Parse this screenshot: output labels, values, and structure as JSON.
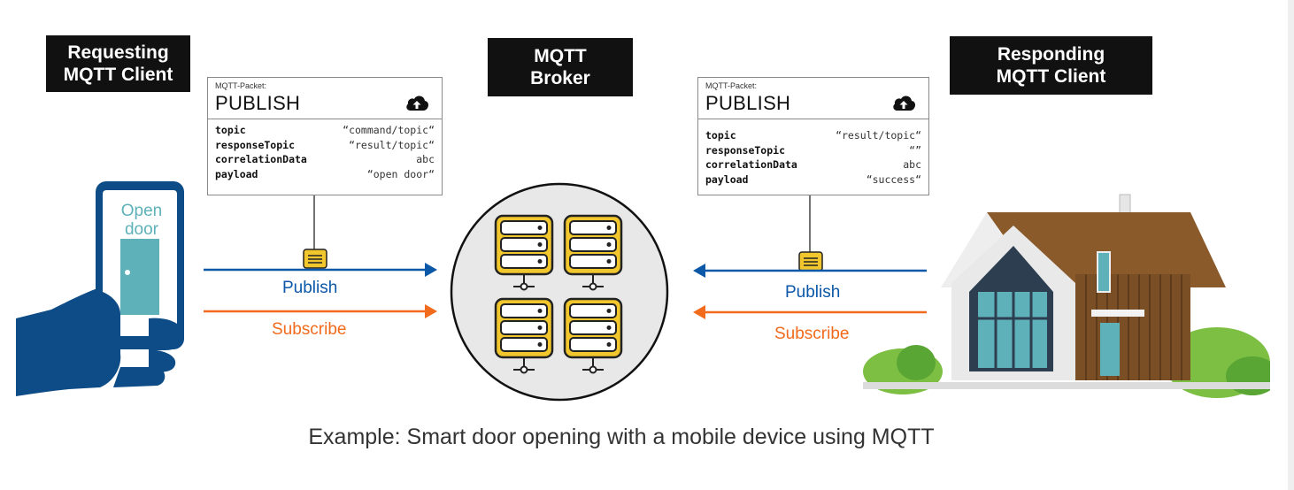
{
  "labels": {
    "requesting": [
      "Requesting",
      "MQTT Client"
    ],
    "broker": [
      "MQTT",
      "Broker"
    ],
    "responding": [
      "Responding",
      "MQTT Client"
    ]
  },
  "left_packet": {
    "caption": "MQTT-Packet:",
    "title": "PUBLISH",
    "rows": [
      {
        "key": "topic",
        "value": "“command/topic“"
      },
      {
        "key": "responseTopic",
        "value": "“result/topic“"
      },
      {
        "key": "correlationData",
        "value": "abc"
      },
      {
        "key": "payload",
        "value": "“open door“"
      }
    ]
  },
  "right_packet": {
    "caption": "MQTT-Packet:",
    "title": "PUBLISH",
    "rows": [
      {
        "key": "topic",
        "value": "“result/topic“"
      },
      {
        "key": "responseTopic",
        "value": "“”"
      },
      {
        "key": "correlationData",
        "value": "abc"
      },
      {
        "key": "payload",
        "value": "“success“"
      }
    ]
  },
  "left_arrows": {
    "publish": "Publish",
    "subscribe": "Subscribe"
  },
  "right_arrows": {
    "publish": "Publish",
    "subscribe": "Subscribe"
  },
  "phone_screen": {
    "line1": "Open",
    "line2": "door"
  },
  "caption": "Example: Smart door opening with a mobile device using MQTT",
  "colors": {
    "publish": "#0b57a8",
    "subscribe": "#f26a1b",
    "server": "#f2c72e",
    "phone": "#0d4c86",
    "door": "#5eb1b8"
  },
  "icons": [
    "cloud-upload-icon",
    "message-icon",
    "server-icon",
    "phone-icon",
    "house-icon"
  ]
}
